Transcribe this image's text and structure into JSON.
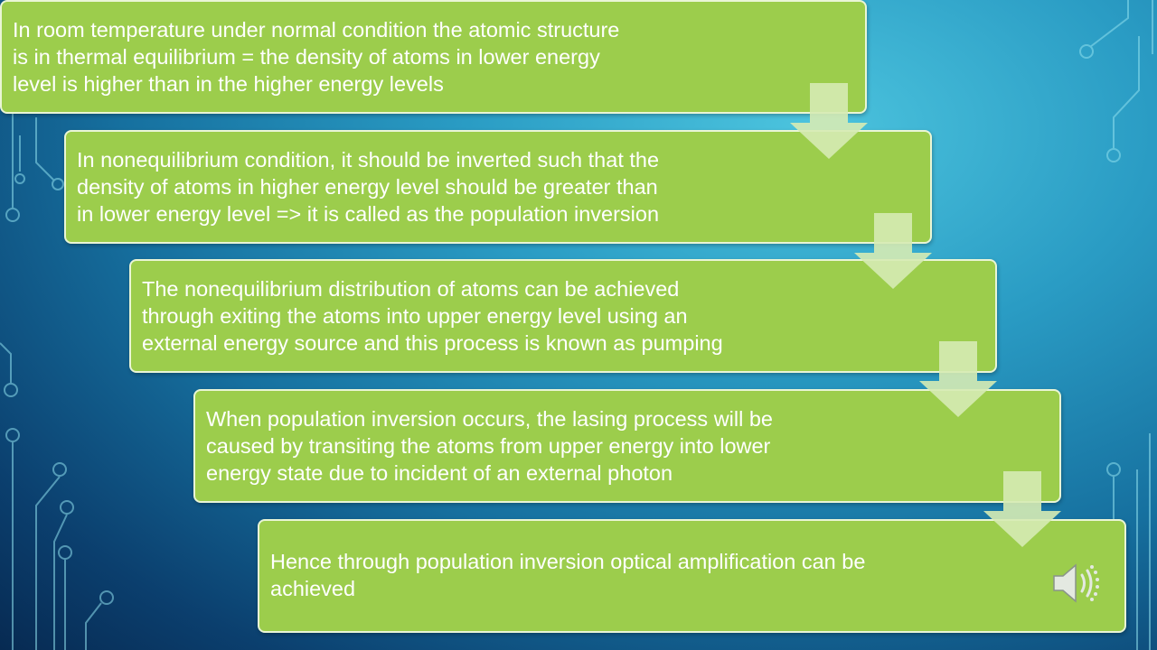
{
  "steps": [
    {
      "text": "In room temperature under normal condition the atomic structure\nis in thermal equilibrium = the density of atoms in lower energy\nlevel is higher than in the higher energy levels"
    },
    {
      "text": "In nonequilibrium condition, it should be inverted such that the\ndensity of atoms in higher energy level should be greater than\nin lower energy level => it is called as the population inversion"
    },
    {
      "text": "The nonequilibrium distribution of atoms can be achieved\nthrough exiting the atoms into upper energy level using an\nexternal energy source and this process is known as pumping"
    },
    {
      "text": "When population inversion occurs, the lasing process will be\ncaused by transiting the atoms from upper energy into lower\nenergy state due to incident of an external photon"
    },
    {
      "text": "Hence through population inversion optical amplification can be\nachieved"
    }
  ],
  "colors": {
    "box_fill": "#9ccd4c",
    "box_border": "#e9f5d6",
    "arrow_fill": "#d6ebb4",
    "text": "#ffffff"
  },
  "icons": {
    "connector": "down-arrow-icon",
    "audio": "speaker-icon"
  }
}
